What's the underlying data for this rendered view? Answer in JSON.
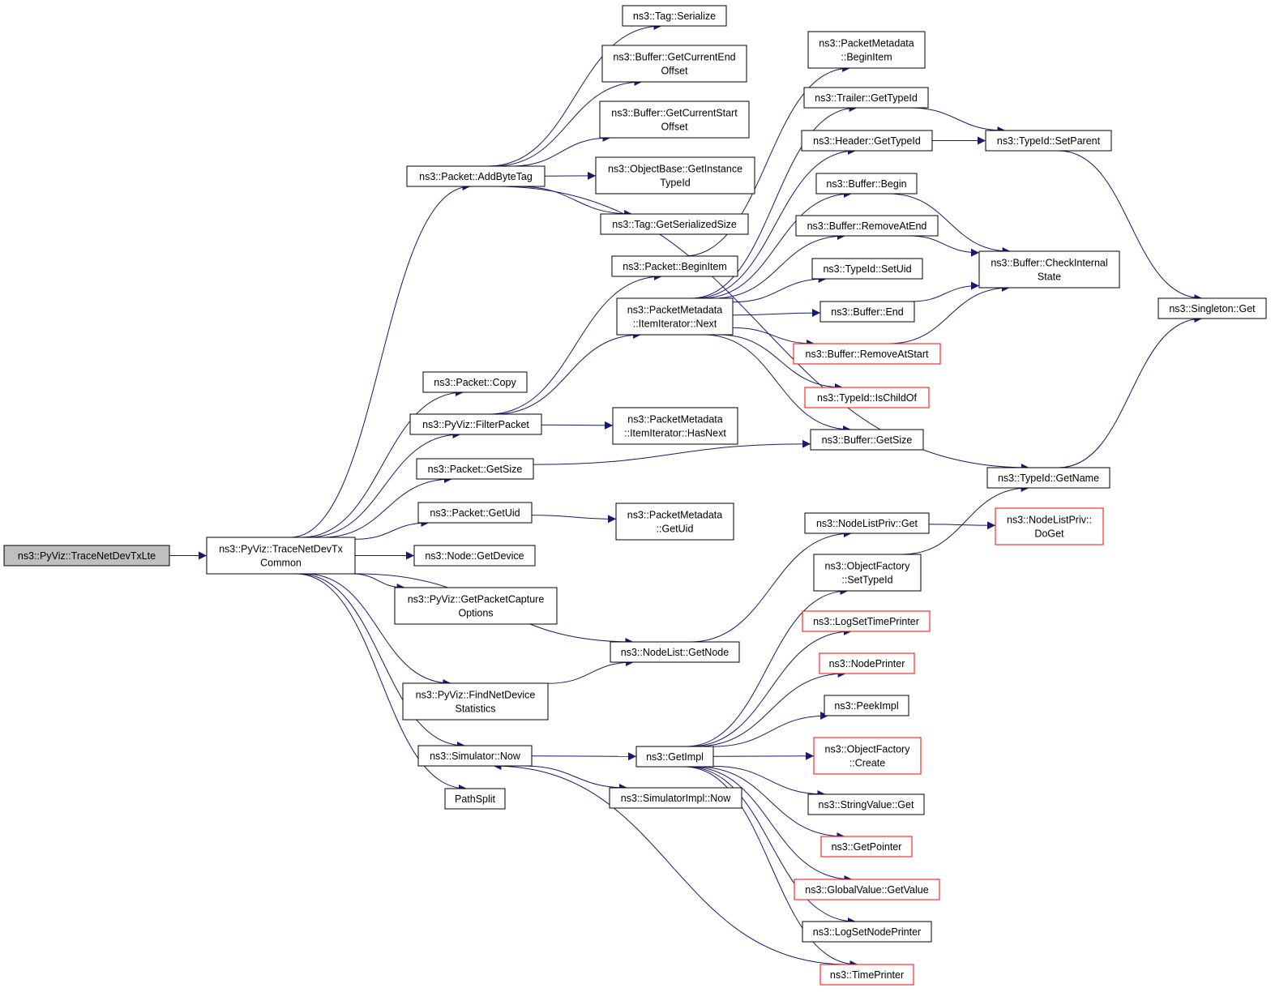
{
  "colors": {
    "edge": "#191970",
    "node_border": "#000000",
    "incomplete_border": "#ff0000",
    "root_fill": "#bfbfbf",
    "node_fill": "#ffffff"
  },
  "nodes": [
    {
      "id": "root",
      "lines": [
        "ns3::PyViz::TraceNetDevTxLte"
      ],
      "root": true
    },
    {
      "id": "common",
      "lines": [
        "ns3::PyViz::TraceNetDevTx",
        "Common"
      ]
    },
    {
      "id": "addbytetag",
      "lines": [
        "ns3::Packet::AddByteTag"
      ]
    },
    {
      "id": "copy",
      "lines": [
        "ns3::Packet::Copy"
      ]
    },
    {
      "id": "filterpacket",
      "lines": [
        "ns3::PyViz::FilterPacket"
      ]
    },
    {
      "id": "getsize",
      "lines": [
        "ns3::Packet::GetSize"
      ]
    },
    {
      "id": "getuid",
      "lines": [
        "ns3::Packet::GetUid"
      ]
    },
    {
      "id": "getdevice",
      "lines": [
        "ns3::Node::GetDevice"
      ]
    },
    {
      "id": "capture",
      "lines": [
        "ns3::PyViz::GetPacketCapture",
        "Options"
      ]
    },
    {
      "id": "findnetdev",
      "lines": [
        "ns3::PyViz::FindNetDevice",
        "Statistics"
      ]
    },
    {
      "id": "simnow",
      "lines": [
        "ns3::Simulator::Now"
      ]
    },
    {
      "id": "pathsplit",
      "lines": [
        "PathSplit"
      ]
    },
    {
      "id": "tagserialize",
      "lines": [
        "ns3::Tag::Serialize"
      ]
    },
    {
      "id": "curend",
      "lines": [
        "ns3::Buffer::GetCurrentEnd",
        "Offset"
      ]
    },
    {
      "id": "curstart",
      "lines": [
        "ns3::Buffer::GetCurrentStart",
        "Offset"
      ]
    },
    {
      "id": "getinstance",
      "lines": [
        "ns3::ObjectBase::GetInstance",
        "TypeId"
      ]
    },
    {
      "id": "serializedsize",
      "lines": [
        "ns3::Tag::GetSerializedSize"
      ]
    },
    {
      "id": "pbeginitem",
      "lines": [
        "ns3::Packet::BeginItem"
      ]
    },
    {
      "id": "itnext",
      "lines": [
        "ns3::PacketMetadata",
        "::ItemIterator::Next"
      ]
    },
    {
      "id": "hasnext",
      "lines": [
        "ns3::PacketMetadata",
        "::ItemIterator::HasNext"
      ]
    },
    {
      "id": "pmgetuid",
      "lines": [
        "ns3::PacketMetadata",
        "::GetUid"
      ]
    },
    {
      "id": "nlgetnode",
      "lines": [
        "ns3::NodeList::GetNode"
      ]
    },
    {
      "id": "getimpl",
      "lines": [
        "ns3::GetImpl"
      ]
    },
    {
      "id": "simimplnow",
      "lines": [
        "ns3::SimulatorImpl::Now"
      ]
    },
    {
      "id": "pmbeginitem",
      "lines": [
        "ns3::PacketMetadata",
        "::BeginItem"
      ]
    },
    {
      "id": "trailertid",
      "lines": [
        "ns3::Trailer::GetTypeId"
      ]
    },
    {
      "id": "headertid",
      "lines": [
        "ns3::Header::GetTypeId"
      ]
    },
    {
      "id": "bufbegin",
      "lines": [
        "ns3::Buffer::Begin"
      ]
    },
    {
      "id": "removeatend",
      "lines": [
        "ns3::Buffer::RemoveAtEnd"
      ]
    },
    {
      "id": "setuid",
      "lines": [
        "ns3::TypeId::SetUid"
      ]
    },
    {
      "id": "bufend",
      "lines": [
        "ns3::Buffer::End"
      ]
    },
    {
      "id": "removeatstart",
      "lines": [
        "ns3::Buffer::RemoveAtStart"
      ],
      "red": true
    },
    {
      "id": "ischildof",
      "lines": [
        "ns3::TypeId::IsChildOf"
      ],
      "red": true
    },
    {
      "id": "bufgetsize",
      "lines": [
        "ns3::Buffer::GetSize"
      ]
    },
    {
      "id": "nlprivget",
      "lines": [
        "ns3::NodeListPriv::Get"
      ]
    },
    {
      "id": "ofsettypeid",
      "lines": [
        "ns3::ObjectFactory",
        "::SetTypeId"
      ]
    },
    {
      "id": "logsettime",
      "lines": [
        "ns3::LogSetTimePrinter"
      ],
      "red": true
    },
    {
      "id": "nodeprinter",
      "lines": [
        "ns3::NodePrinter"
      ],
      "red": true
    },
    {
      "id": "peekimpl",
      "lines": [
        "ns3::PeekImpl"
      ]
    },
    {
      "id": "ofcreate",
      "lines": [
        "ns3::ObjectFactory",
        "::Create"
      ],
      "red": true
    },
    {
      "id": "strvalget",
      "lines": [
        "ns3::StringValue::Get"
      ]
    },
    {
      "id": "getpointer",
      "lines": [
        "ns3::GetPointer"
      ],
      "red": true
    },
    {
      "id": "gvgetvalue",
      "lines": [
        "ns3::GlobalValue::GetValue"
      ],
      "red": true
    },
    {
      "id": "logsetnode",
      "lines": [
        "ns3::LogSetNodePrinter"
      ]
    },
    {
      "id": "timeprinter",
      "lines": [
        "ns3::TimePrinter"
      ],
      "red": true
    },
    {
      "id": "setparent",
      "lines": [
        "ns3::TypeId::SetParent"
      ]
    },
    {
      "id": "checkinternal",
      "lines": [
        "ns3::Buffer::CheckInternal",
        "State"
      ]
    },
    {
      "id": "tidgetname",
      "lines": [
        "ns3::TypeId::GetName"
      ]
    },
    {
      "id": "nlprivdoget",
      "lines": [
        "ns3::NodeListPriv::",
        "DoGet"
      ],
      "red": true
    },
    {
      "id": "singletonget",
      "lines": [
        "ns3::Singleton::Get"
      ]
    }
  ],
  "edges": [
    [
      "root",
      "common"
    ],
    [
      "common",
      "addbytetag"
    ],
    [
      "common",
      "copy"
    ],
    [
      "common",
      "filterpacket"
    ],
    [
      "common",
      "getsize"
    ],
    [
      "common",
      "getuid"
    ],
    [
      "common",
      "getdevice"
    ],
    [
      "common",
      "capture"
    ],
    [
      "common",
      "nlgetnode"
    ],
    [
      "common",
      "findnetdev"
    ],
    [
      "common",
      "simnow"
    ],
    [
      "common",
      "pathsplit"
    ],
    [
      "addbytetag",
      "tagserialize"
    ],
    [
      "addbytetag",
      "curend"
    ],
    [
      "addbytetag",
      "curstart"
    ],
    [
      "addbytetag",
      "getinstance"
    ],
    [
      "addbytetag",
      "serializedsize"
    ],
    [
      "addbytetag",
      "tidgetname"
    ],
    [
      "filterpacket",
      "pbeginitem"
    ],
    [
      "filterpacket",
      "itnext"
    ],
    [
      "filterpacket",
      "hasnext"
    ],
    [
      "getsize",
      "bufgetsize"
    ],
    [
      "getuid",
      "pmgetuid"
    ],
    [
      "findnetdev",
      "nlgetnode"
    ],
    [
      "simnow",
      "getimpl"
    ],
    [
      "simnow",
      "simimplnow"
    ],
    [
      "pbeginitem",
      "pmbeginitem"
    ],
    [
      "itnext",
      "trailertid"
    ],
    [
      "itnext",
      "headertid"
    ],
    [
      "itnext",
      "bufbegin"
    ],
    [
      "itnext",
      "removeatend"
    ],
    [
      "itnext",
      "setuid"
    ],
    [
      "itnext",
      "bufend"
    ],
    [
      "itnext",
      "removeatstart"
    ],
    [
      "itnext",
      "ischildof"
    ],
    [
      "itnext",
      "bufgetsize"
    ],
    [
      "nlgetnode",
      "nlprivget"
    ],
    [
      "getimpl",
      "ofsettypeid"
    ],
    [
      "getimpl",
      "logsettime"
    ],
    [
      "getimpl",
      "nodeprinter"
    ],
    [
      "getimpl",
      "peekimpl"
    ],
    [
      "getimpl",
      "ofcreate"
    ],
    [
      "getimpl",
      "strvalget"
    ],
    [
      "getimpl",
      "getpointer"
    ],
    [
      "getimpl",
      "gvgetvalue"
    ],
    [
      "getimpl",
      "logsetnode"
    ],
    [
      "getimpl",
      "timeprinter"
    ],
    [
      "timeprinter",
      "simnow"
    ],
    [
      "trailertid",
      "setparent"
    ],
    [
      "headertid",
      "setparent"
    ],
    [
      "bufbegin",
      "checkinternal"
    ],
    [
      "removeatend",
      "checkinternal"
    ],
    [
      "bufend",
      "checkinternal"
    ],
    [
      "removeatstart",
      "checkinternal"
    ],
    [
      "nlprivget",
      "nlprivdoget"
    ],
    [
      "ofsettypeid",
      "tidgetname"
    ],
    [
      "setparent",
      "singletonget"
    ],
    [
      "tidgetname",
      "singletonget"
    ]
  ]
}
